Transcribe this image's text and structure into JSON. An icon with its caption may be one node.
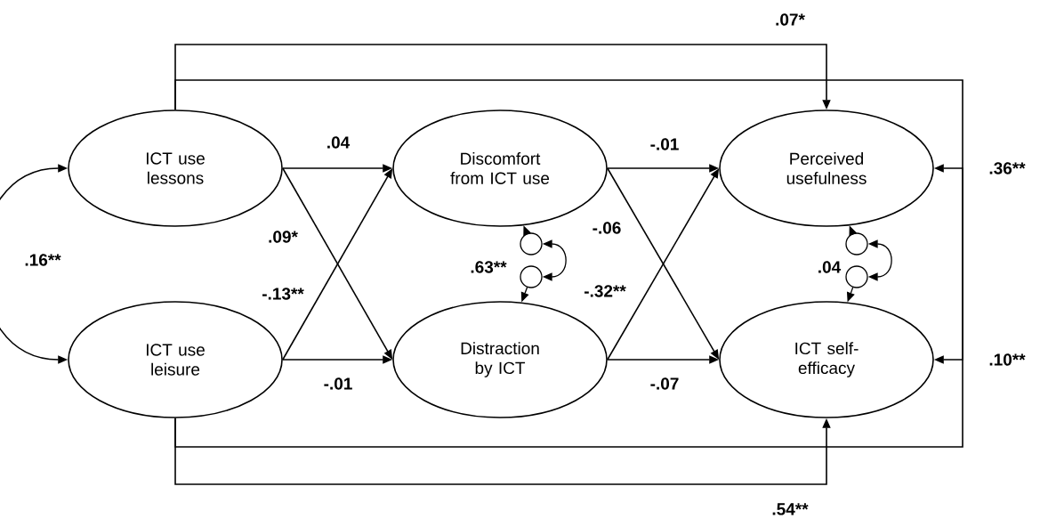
{
  "diagram": {
    "nodes": [
      {
        "text": [
          "ICT use lessons"
        ]
      },
      {
        "text": [
          "Discomfort from ICT use"
        ]
      },
      {
        "text": [
          "Perceived usefulness"
        ]
      },
      {
        "text": [
          "ICT use leisure"
        ]
      },
      {
        "text": [
          "Distraction by ICT"
        ]
      },
      {
        "text": [
          "ICT self-efficacy"
        ]
      },
      {
        "text": [],
        "shape": "circle"
      },
      {
        "text": [],
        "shape": "circle"
      },
      {
        "text": [],
        "shape": "circle"
      },
      {
        "text": [],
        "shape": "circle"
      }
    ],
    "edges": [
      {
        "from": 0,
        "to": 1,
        "arrow": "to",
        "label": ".04"
      },
      {
        "from": 0,
        "to": 4,
        "arrow": "to",
        "label": ".09*"
      },
      {
        "from": 3,
        "to": 1,
        "arrow": "to",
        "label": "-.13**"
      },
      {
        "from": 3,
        "to": 4,
        "arrow": "to",
        "label": "-.01"
      },
      {
        "from": 1,
        "to": 2,
        "arrow": "to",
        "label": "-.01"
      },
      {
        "from": 1,
        "to": 5,
        "arrow": "to",
        "label": "-.06"
      },
      {
        "from": 4,
        "to": 2,
        "arrow": "to",
        "label": "-.32**"
      },
      {
        "from": 4,
        "to": 5,
        "arrow": "to",
        "label": "-.07"
      },
      {
        "from": 0,
        "to": 3,
        "arrow": "both",
        "label": ".16**"
      },
      {
        "from": 6,
        "to": 1,
        "arrow": "to"
      },
      {
        "from": 7,
        "to": 4,
        "arrow": "to"
      },
      {
        "from": 6,
        "to": 7,
        "arrow": "both",
        "label": ".63**"
      },
      {
        "from": 8,
        "to": 2,
        "arrow": "to"
      },
      {
        "from": 9,
        "to": 5,
        "arrow": "to"
      },
      {
        "from": 8,
        "to": 9,
        "arrow": "both",
        "label": ".04"
      },
      {
        "from": 0,
        "to": 2,
        "arrow": "to",
        "label": ".07*"
      },
      {
        "from": 3,
        "to": 2,
        "arrow": "to",
        "label": ".36**"
      },
      {
        "from": 0,
        "to": 5,
        "arrow": "to",
        "label": ".10**"
      },
      {
        "from": 3,
        "to": 5,
        "arrow": "to",
        "label": ".54**"
      }
    ]
  }
}
